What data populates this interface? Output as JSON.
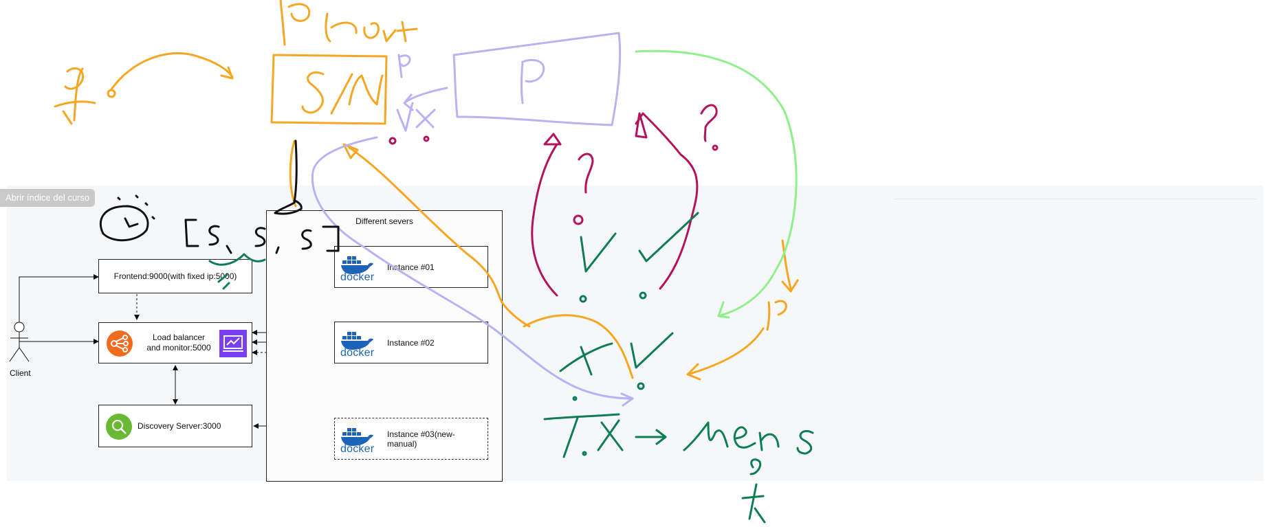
{
  "course_button": {
    "label": "Abrir índice del curso"
  },
  "diagram": {
    "client": {
      "label": "Client"
    },
    "frontend": {
      "label": "Frontend:9000(with fixed ip:5000)"
    },
    "load_balancer": {
      "label": "Load balancer\nand monitor:5000"
    },
    "discovery": {
      "label": "Discovery Server:3000"
    },
    "group": {
      "title": "Different severs"
    },
    "instances": [
      {
        "label": "Instance #01",
        "logo": "docker"
      },
      {
        "label": "Instance #02",
        "logo": "docker"
      },
      {
        "label": "Instance #03(new-manual)",
        "logo": "docker"
      }
    ]
  },
  "colors": {
    "orange": "#f5a623",
    "lavender": "#b9b2f3",
    "green": "#8ef08a",
    "crimson": "#b3125c",
    "teal": "#0e7d54",
    "black": "#111111",
    "docker_blue": "#1d63b8",
    "lb_orange": "#f26b1d",
    "monitor_purple": "#7b3ff2",
    "discovery_green": "#6ab935"
  }
}
